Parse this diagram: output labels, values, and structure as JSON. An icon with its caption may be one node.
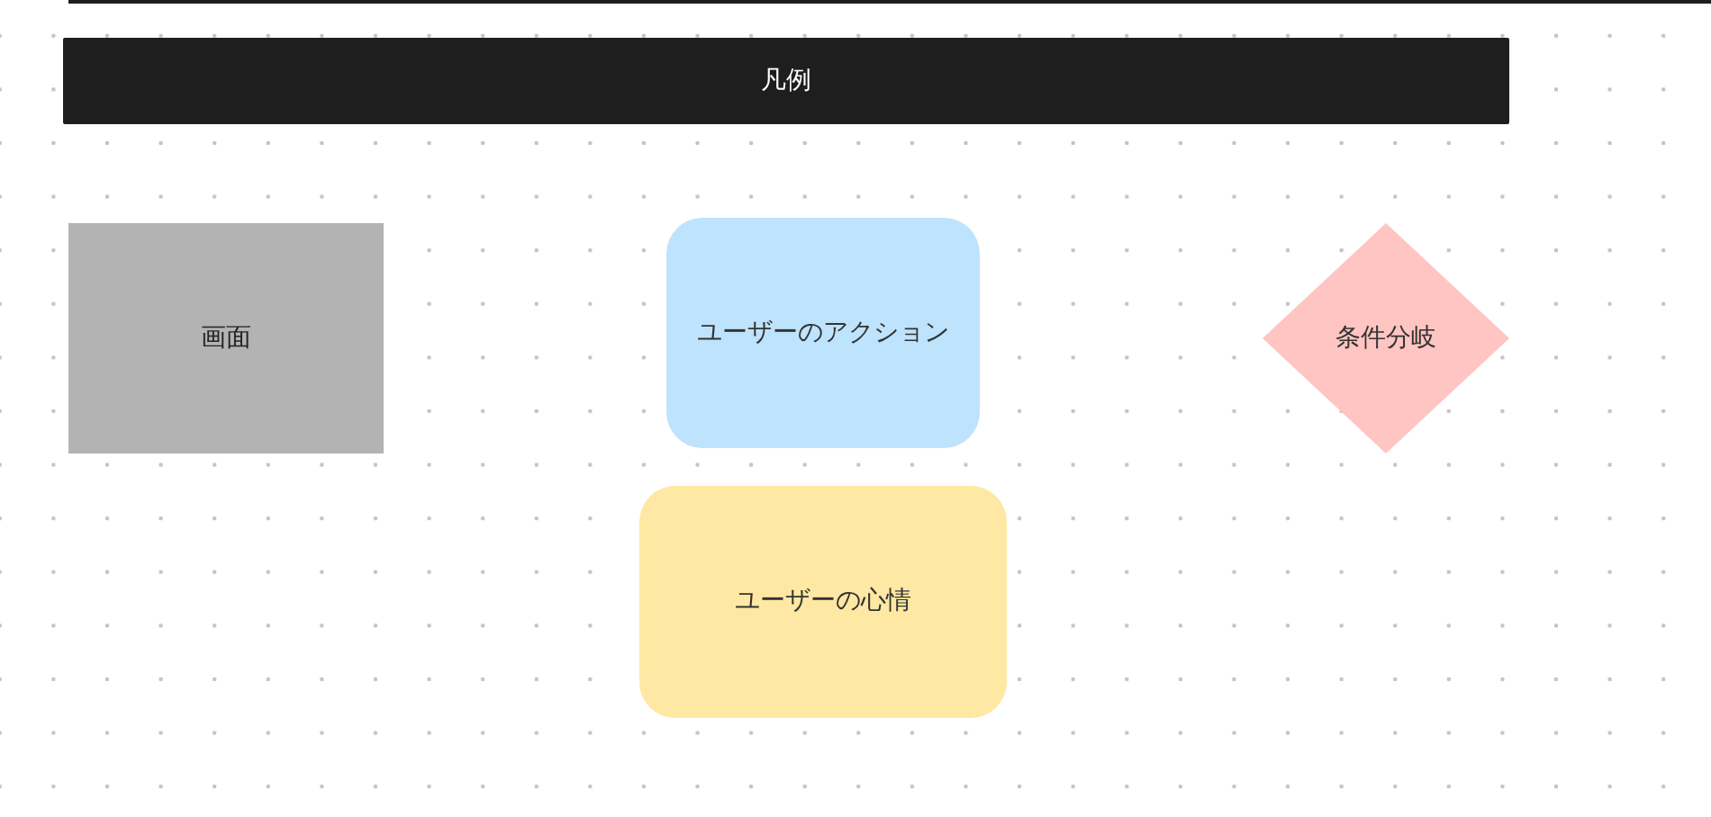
{
  "diagram": {
    "nodes": [
      {
        "text": [
          "凡例"
        ]
      },
      {
        "text": [
          "画面"
        ]
      },
      {
        "text": [
          "ユーザーのアクション"
        ]
      },
      {
        "text": [
          "条件分岐"
        ]
      },
      {
        "text": [
          "ユーザーの心情"
        ]
      }
    ]
  }
}
